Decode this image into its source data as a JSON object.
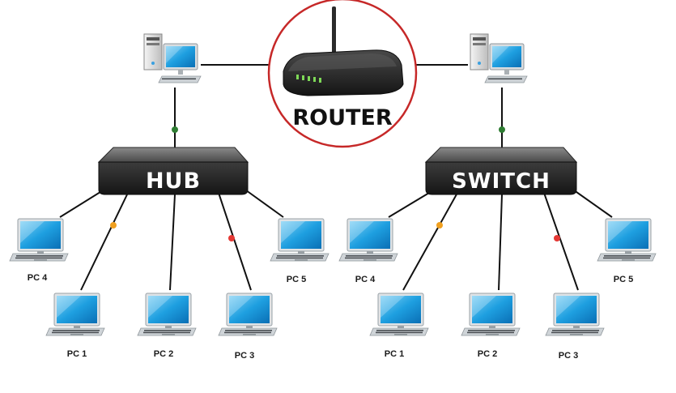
{
  "router": {
    "label": "ROUTER",
    "ring_color": "#c62828"
  },
  "hub": {
    "label": "HUB"
  },
  "switch": {
    "label": "SWITCH"
  },
  "hub_pcs": {
    "pc4": "PC 4",
    "pc1": "PC 1",
    "pc2": "PC 2",
    "pc3": "PC 3",
    "pc5": "PC 5"
  },
  "switch_pcs": {
    "pc4": "PC 4",
    "pc1": "PC 1",
    "pc2": "PC 2",
    "pc3": "PC 3",
    "pc5": "PC 5"
  },
  "colors": {
    "link": "#111111",
    "monitor_screen": "#1e9fe0",
    "device_body": "#3a3a3a",
    "dot_green": "#2e7d32",
    "dot_orange": "#f0a020",
    "dot_red": "#e53935"
  }
}
